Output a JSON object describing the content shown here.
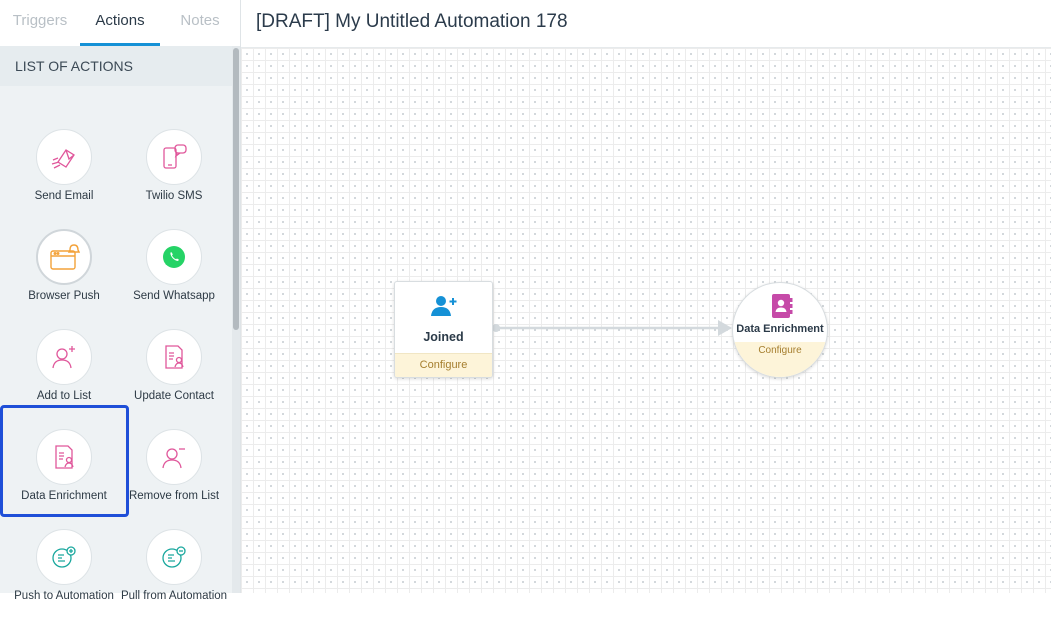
{
  "tabs": [
    {
      "label": "Triggers"
    },
    {
      "label": "Actions"
    },
    {
      "label": "Notes"
    }
  ],
  "sidebar": {
    "title": "LIST OF ACTIONS",
    "actions": [
      {
        "label": "Send Email",
        "icon": "send-email-icon"
      },
      {
        "label": "Twilio SMS",
        "icon": "twilio-sms-icon"
      },
      {
        "label": "Browser Push",
        "icon": "browser-push-icon"
      },
      {
        "label": "Send Whatsapp",
        "icon": "whatsapp-icon"
      },
      {
        "label": "Add to List",
        "icon": "add-to-list-icon"
      },
      {
        "label": "Update Contact",
        "icon": "update-contact-icon"
      },
      {
        "label": "Data Enrichment",
        "icon": "data-enrichment-icon"
      },
      {
        "label": "Remove from List",
        "icon": "remove-from-list-icon"
      },
      {
        "label": "Push to Automation",
        "icon": "push-to-automation-icon"
      },
      {
        "label": "Pull from Automation",
        "icon": "pull-from-automation-icon"
      }
    ]
  },
  "header": {
    "title": "[DRAFT] My Untitled Automation 178"
  },
  "workflow": {
    "trigger_node": {
      "name": "Joined",
      "configure_label": "Configure",
      "icon": "add-user-icon"
    },
    "action_node": {
      "name": "Data Enrichment",
      "configure_label": "Configure",
      "icon": "contact-book-icon"
    }
  },
  "colors": {
    "accent": "#1591d6",
    "highlight": "#1f4fd8",
    "pink": "#e0579b",
    "whatsapp": "#25d366",
    "orange": "#f3a23a",
    "configure_bg": "#fdf4d9"
  }
}
